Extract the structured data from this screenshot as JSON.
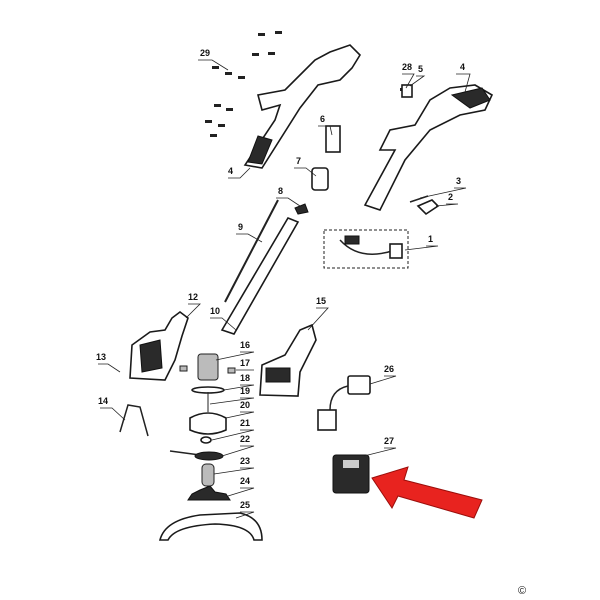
{
  "labels": [
    "29",
    "28",
    "5",
    "4",
    "6",
    "7",
    "8",
    "3",
    "2",
    "1",
    "9",
    "10",
    "12",
    "15",
    "13",
    "16",
    "17",
    "18",
    "19",
    "20",
    "21",
    "22",
    "23",
    "24",
    "25",
    "26",
    "27",
    "14",
    "4"
  ],
  "copyright": "©",
  "colors": {
    "arrow": "#e8231f",
    "line": "#1a1a1a"
  }
}
